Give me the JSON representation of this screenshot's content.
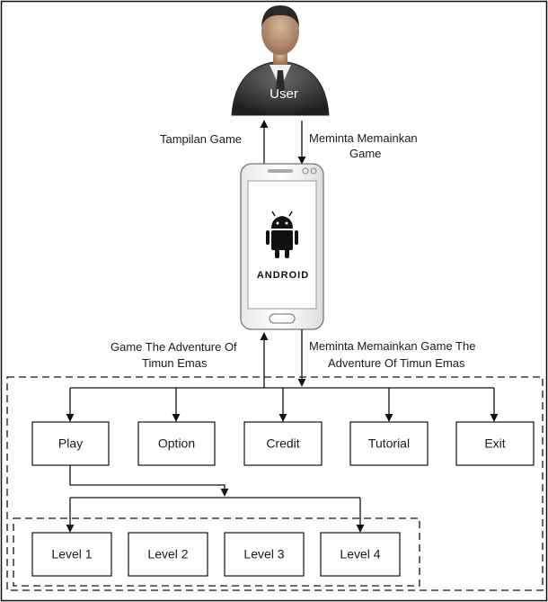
{
  "user": {
    "label": "User"
  },
  "arrows": {
    "up_top": "Tampilan Game",
    "down_top": [
      "Meminta Memainkan",
      "Game"
    ],
    "up_bottom": [
      "Game The Adventure Of",
      "Timun Emas"
    ],
    "down_bottom": [
      "Meminta Memainkan Game The",
      "Adventure Of Timun Emas"
    ]
  },
  "phone": {
    "brand": "ANDROID"
  },
  "menu": [
    "Play",
    "Option",
    "Credit",
    "Tutorial",
    "Exit"
  ],
  "levels": [
    "Level 1",
    "Level 2",
    "Level 3",
    "Level 4"
  ],
  "colors": {
    "android": "#111111",
    "user_suit": "#3a3a3a",
    "line": "#111111"
  }
}
